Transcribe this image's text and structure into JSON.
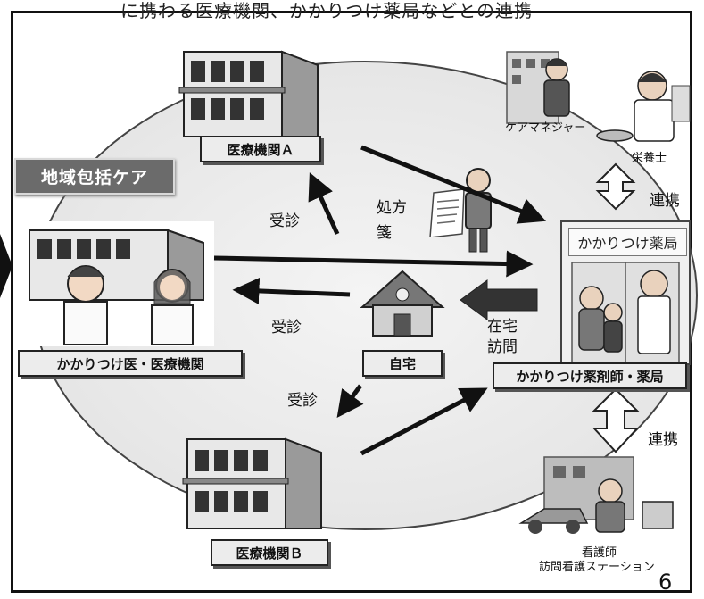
{
  "header": {
    "title_fragment": "に携わる医療機関、かかりつけ薬局などとの連携"
  },
  "area_badge": "地域包括ケア",
  "nodes": {
    "hospital_a": "医療機関Ａ",
    "family_doctor": "かかりつけ医・医療機関",
    "home": "自宅",
    "pharmacist": "かかりつけ薬剤師・薬局",
    "hospital_b": "医療機関Ｂ"
  },
  "pharmacy_sign": "かかりつけ薬局",
  "labels": {
    "consult_to_a": "受診",
    "consult_to_doctor": "受診",
    "consult_to_b": "受診",
    "prescription_1": "処方",
    "prescription_2": "箋",
    "home_visit_1": "在宅",
    "home_visit_2": "訪問",
    "cooperation_top": "連携",
    "cooperation_bottom": "連携"
  },
  "roles": {
    "care_manager": "ケアマネジャー",
    "dietitian": "栄養士",
    "nurse": "看護師",
    "visiting_nurse_station": "訪問看護ステーション"
  },
  "page_number": "6",
  "colors": {
    "ellipse_fill": "#e6e6e6",
    "badge_fill": "#6b6b6b",
    "label_fill": "#ececec",
    "arrow": "#111111",
    "home_visit_arrow": "#333333"
  }
}
